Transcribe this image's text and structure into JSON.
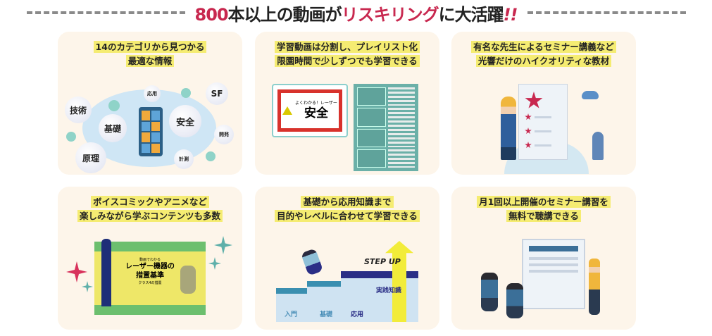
{
  "header": {
    "title_num": "800",
    "title_a": "本以上の動画が",
    "title_b": "リスキリング",
    "title_c": "に大活躍",
    "title_excl": "!!"
  },
  "cards": [
    {
      "line1": "14のカテゴリから見つかる",
      "line2": "最適な情報",
      "tags": [
        "技術",
        "基礎",
        "原理",
        "応用",
        "安全",
        "SF",
        "開発",
        "計測"
      ]
    },
    {
      "line1": "学習動画は分割し、プレイリスト化",
      "line2": "限園時間で少しずつでも学習できる",
      "sign_small": "よくわかる！レーザー",
      "sign_big": "安全"
    },
    {
      "line1": "有名な先生によるセミナー講義など",
      "line2": "光響だけのハイクオリティな教材"
    },
    {
      "line1": "ボイスコミックやアニメなど",
      "line2": "楽しみながら学ぶコンテンツも多数",
      "comic_small": "動画でわかる",
      "comic_title1": "レーザー機器の",
      "comic_title2": "措置基準",
      "comic_sub": "クラス4の措置"
    },
    {
      "line1": "基礎から応用知識まで",
      "line2": "目的やレベルに合わせて学習できる",
      "step_up": "STEP UP",
      "levels": [
        "入門",
        "基礎",
        "応用",
        "実践知識"
      ]
    },
    {
      "line1": "月1回以上開催のセミナー講習を",
      "line2": "無料で聴講できる"
    }
  ],
  "colors": {
    "accent": "#c8284f",
    "card_bg": "#fdf5ea",
    "highlight": "#f5ec72",
    "teal": "#5fa8a0"
  }
}
